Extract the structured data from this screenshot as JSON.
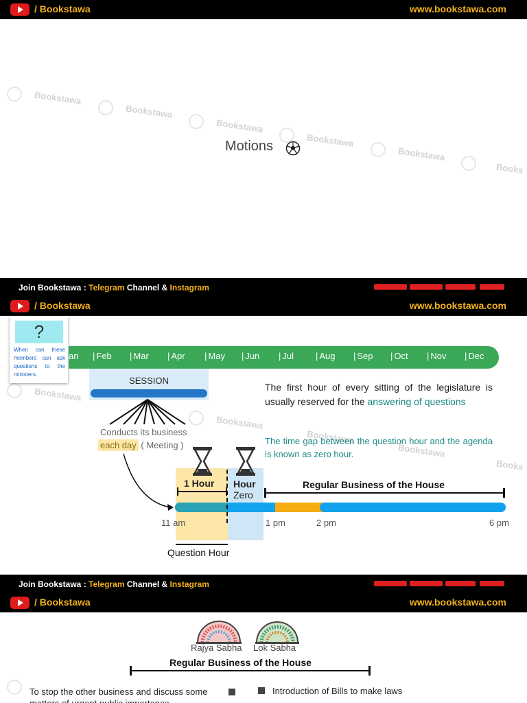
{
  "header": {
    "brand": "/ Bookstawa",
    "site": "www.bookstawa.com"
  },
  "joinbar": {
    "join_prefix": "Join Bookstawa : ",
    "telegram": "Telegram",
    "channel_and": " Channel & ",
    "instagram": "Instagram"
  },
  "slide1": {
    "title": "Motions"
  },
  "watermark": "Bookstawa",
  "watermark_clipped": "Books",
  "slide2": {
    "question_mark": "?",
    "question_text": "When can these members can ask questions to the ministers.",
    "months": [
      "an",
      "Feb",
      "Mar",
      "Apr",
      "May",
      "Jun",
      "Jul",
      "Aug",
      "Sep",
      "Oct",
      "Nov",
      "Dec"
    ],
    "session_label": "SESSION",
    "conducts": "Conducts its business",
    "each_day": "each day",
    "meeting": " ( Meeting )",
    "first_hour_text": "The first hour of every sitting of the legislature is usually reserved for the",
    "first_hour_highlight": "answering of questions",
    "zero_hour_text": "The time gap between the question hour and the agenda is known as zero hour.",
    "one_hour": "1 Hour",
    "hour": "Hour",
    "zero": "Zero",
    "regular_business": "Regular Business of the House",
    "times": {
      "t11": "11 am",
      "t1": "1 pm",
      "t2": "2 pm",
      "t6": "6 pm"
    },
    "question_hour": "Question Hour"
  },
  "slide3": {
    "rajya_sabha": "Rajya Sabha",
    "lok_sabha": "Lok Sabha",
    "regular_business": "Regular Business of the House",
    "left_item": "To stop the other business and discuss some matters of urgent public importance",
    "right_item": "Introduction of Bills to make laws"
  },
  "colors": {
    "gold": "#f2b01e",
    "timeline_green": "#3aa857",
    "bar_blue": "#13a3ee",
    "bar_teal": "#2ba2b6",
    "bar_orange": "#f5ad10",
    "teal_text": "#1d8a8a",
    "session_blue": "#2477c7"
  },
  "icons": [
    "youtube-icon",
    "soccer-ball-icon",
    "hourglass-icon",
    "parliament-icon"
  ]
}
